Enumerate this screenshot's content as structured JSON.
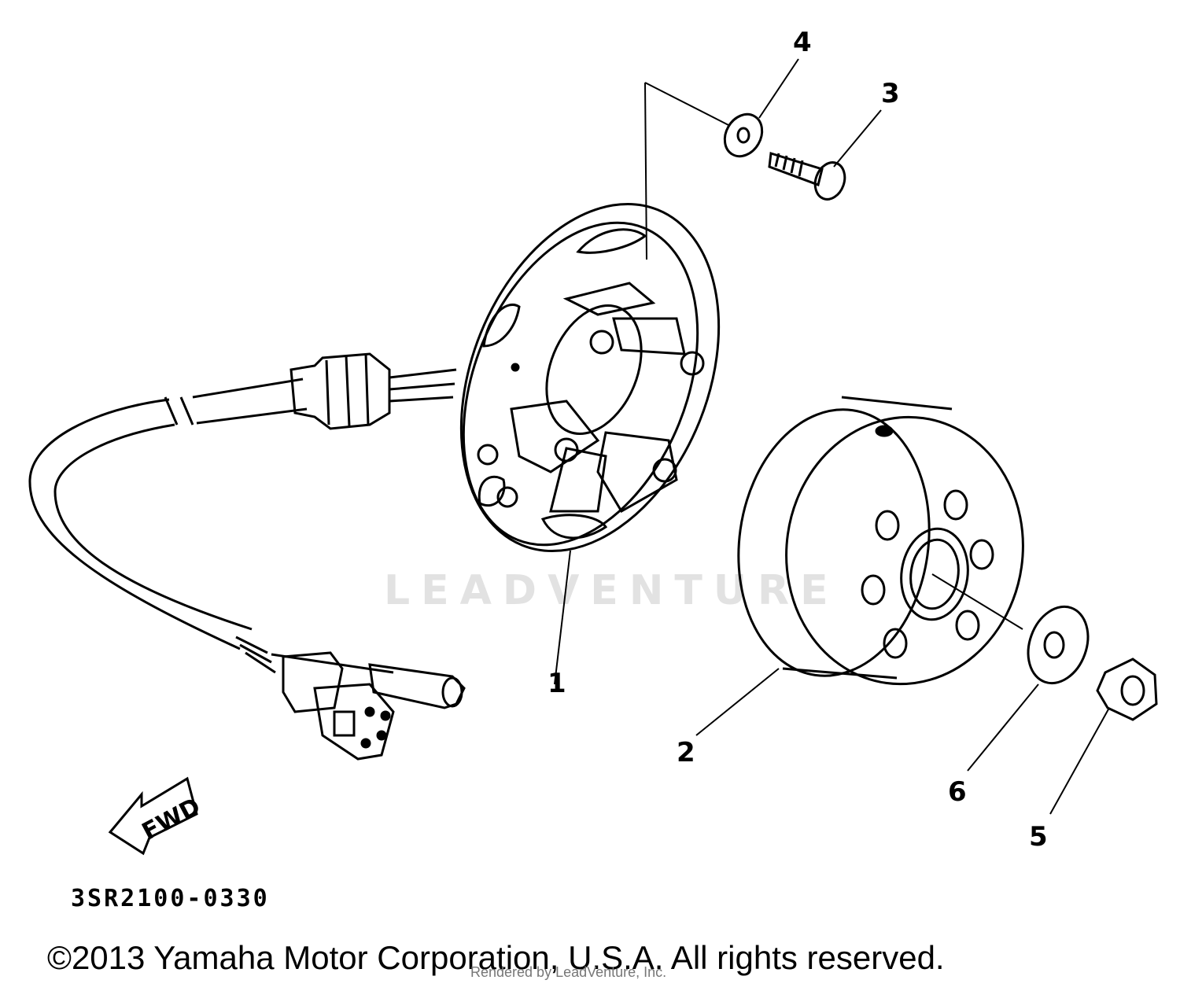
{
  "diagram": {
    "callouts": [
      "1",
      "2",
      "3",
      "4",
      "5",
      "6"
    ],
    "direction_label": "FWD",
    "drawing_code": "3SR2100-0330",
    "watermark": "LEADVENTURE"
  },
  "footer": {
    "copyright": "©2013 Yamaha Motor Corporation, U.S.A. All rights reserved.",
    "rendered_by": "Rendered by LeadVenture, Inc."
  }
}
